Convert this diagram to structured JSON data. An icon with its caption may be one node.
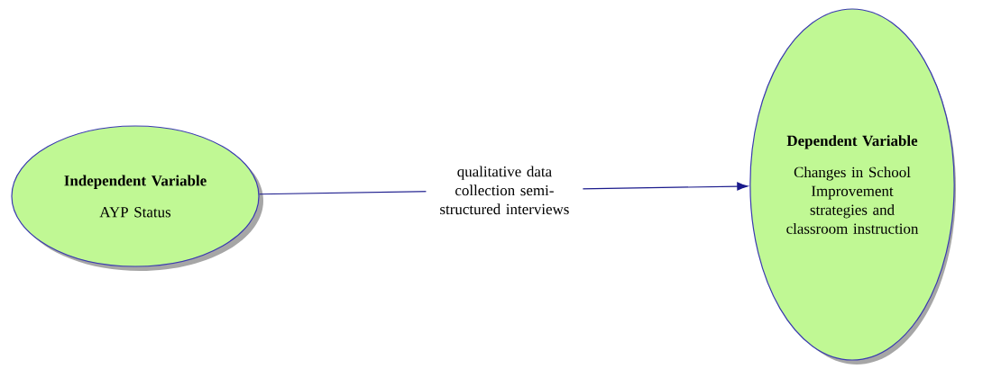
{
  "diagram": {
    "nodes": [
      {
        "text": [
          "Independent Variable",
          "AYP Status"
        ]
      },
      {
        "text": [
          "Dependent Variable",
          "Changes in School Improvement strategies and classroom instruction"
        ]
      }
    ],
    "edges": [
      {
        "from": 0,
        "to": 1,
        "arrow": "to",
        "label": "qualitative data collection semi-structured interviews"
      }
    ]
  }
}
